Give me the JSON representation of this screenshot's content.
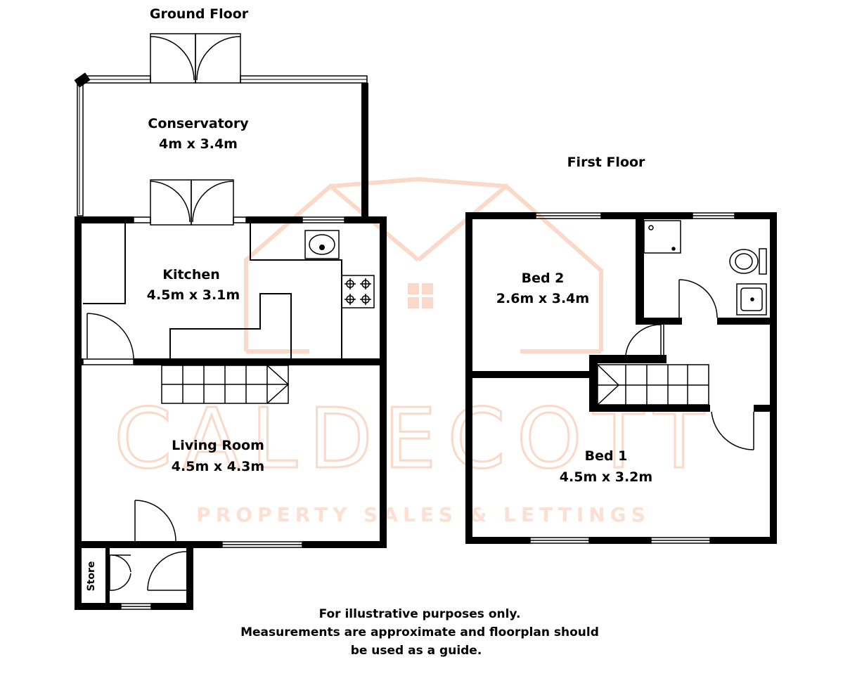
{
  "floors": {
    "ground": "Ground Floor",
    "first": "First Floor"
  },
  "rooms": {
    "conservatory": {
      "name": "Conservatory",
      "size": "4m x 3.4m"
    },
    "kitchen": {
      "name": "Kitchen",
      "size": "4.5m x 3.1m"
    },
    "living": {
      "name": "Living Room",
      "size": "4.5m x 4.3m"
    },
    "store": {
      "name": "Store"
    },
    "bed2": {
      "name": "Bed 2",
      "size": "2.6m x 3.4m"
    },
    "bed1": {
      "name": "Bed 1",
      "size": "4.5m x 3.2m"
    }
  },
  "disclaimer": {
    "line1": "For illustrative purposes only.",
    "line2": "Measurements are approximate and floorplan should",
    "line3": "be used as a guide."
  },
  "watermark": {
    "brand": "CALDECOTT",
    "tagline": "PROPERTY SALES & LETTINGS",
    "color": "#fbd9c8"
  },
  "colors": {
    "wall": "#000000",
    "background": "#ffffff"
  }
}
